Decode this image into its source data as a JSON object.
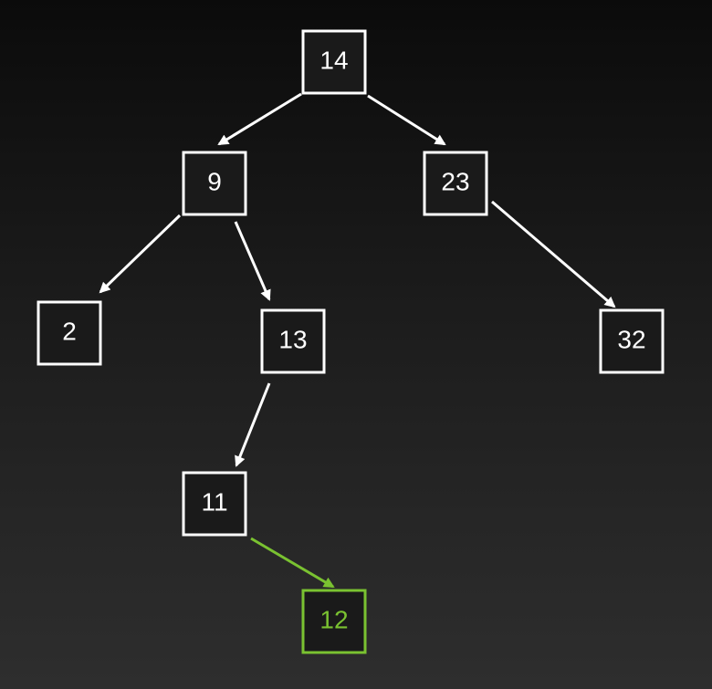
{
  "colors": {
    "default": "#ffffff",
    "highlight": "#7ac231"
  },
  "tree": {
    "nodes": [
      {
        "id": "n14",
        "label": "14",
        "highlight": false
      },
      {
        "id": "n9",
        "label": "9",
        "highlight": false
      },
      {
        "id": "n23",
        "label": "23",
        "highlight": false
      },
      {
        "id": "n2",
        "label": "2",
        "highlight": false
      },
      {
        "id": "n13",
        "label": "13",
        "highlight": false
      },
      {
        "id": "n32",
        "label": "32",
        "highlight": false
      },
      {
        "id": "n11",
        "label": "11",
        "highlight": false
      },
      {
        "id": "n12",
        "label": "12",
        "highlight": true
      }
    ],
    "edges": [
      {
        "from": "n14",
        "to": "n9",
        "highlight": false
      },
      {
        "from": "n14",
        "to": "n23",
        "highlight": false
      },
      {
        "from": "n9",
        "to": "n2",
        "highlight": false
      },
      {
        "from": "n9",
        "to": "n13",
        "highlight": false
      },
      {
        "from": "n23",
        "to": "n32",
        "highlight": false
      },
      {
        "from": "n13",
        "to": "n11",
        "highlight": false
      },
      {
        "from": "n11",
        "to": "n12",
        "highlight": true
      }
    ]
  }
}
